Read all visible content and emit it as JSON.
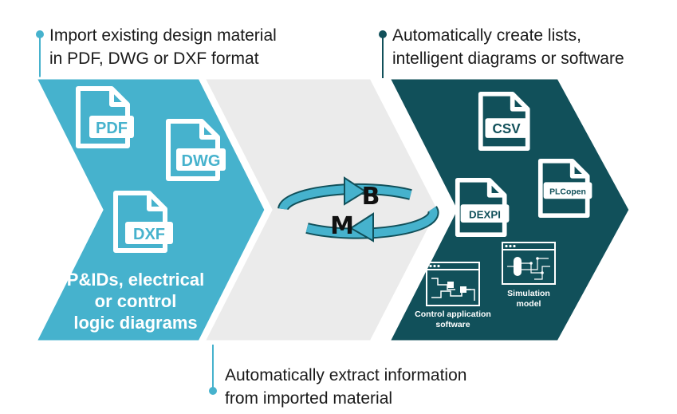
{
  "callouts": {
    "import": {
      "line1": "Import existing design material",
      "line2": "in PDF, DWG or DXF format"
    },
    "create": {
      "line1": "Automatically create lists,",
      "line2": "intelligent diagrams or software"
    },
    "extract": {
      "line1": "Automatically extract information",
      "line2": "from imported material"
    }
  },
  "left_panel": {
    "files": [
      "PDF",
      "DWG",
      "DXF"
    ],
    "caption": {
      "line1": "P&IDs, electrical",
      "line2": "or control",
      "line3": "logic diagrams"
    }
  },
  "middle_panel": {
    "letter_top": "B",
    "letter_bottom": "M"
  },
  "right_panel": {
    "files": [
      "CSV",
      "DEXPI",
      "PLCopen"
    ],
    "control_label": {
      "line1": "Control application",
      "line2": "software"
    },
    "simulation_label": {
      "line1": "Simulation",
      "line2": "model"
    }
  },
  "colors": {
    "light_blue": "#46b2cd",
    "light_gray": "#ebebeb",
    "dark_teal": "#11505a",
    "icon_white": "#ffffff"
  }
}
